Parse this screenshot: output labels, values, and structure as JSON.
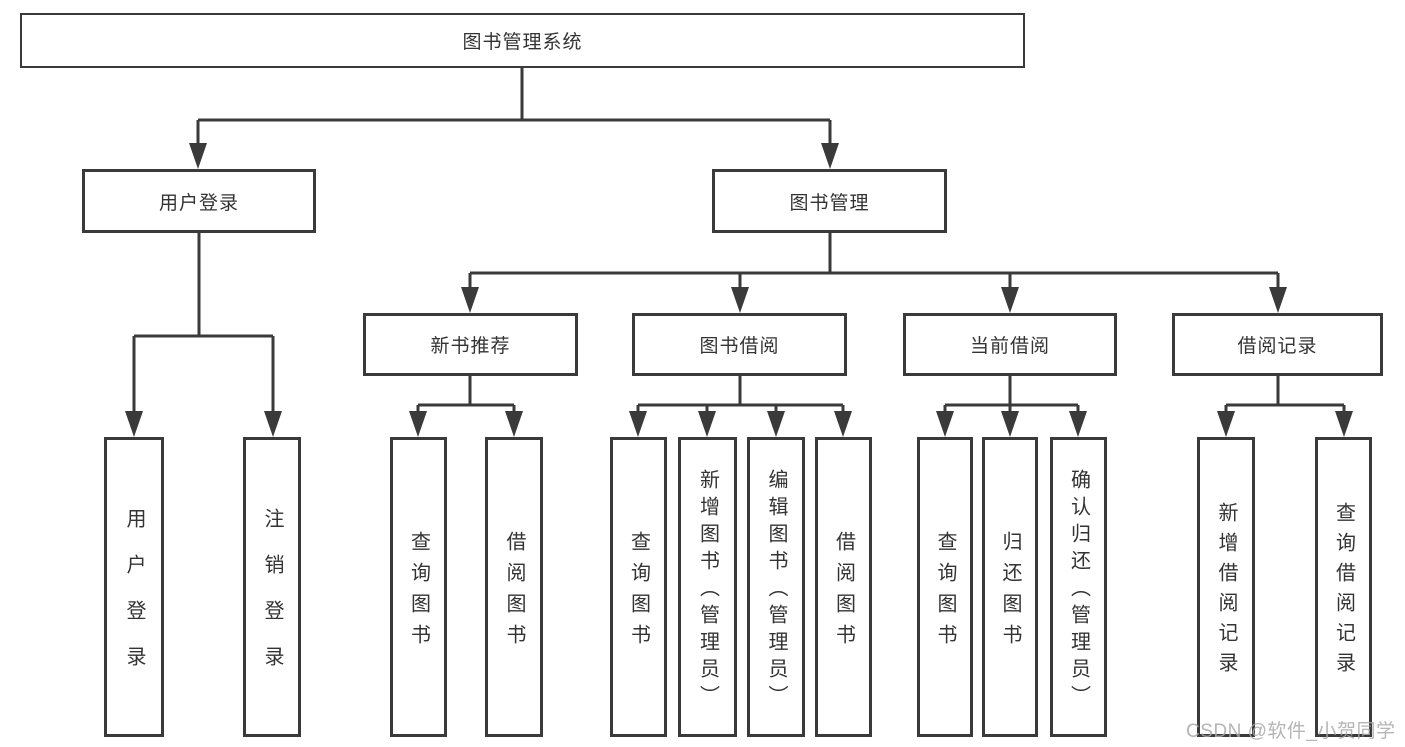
{
  "diagram": {
    "root": "图书管理系统",
    "level2": [
      "用户登录",
      "图书管理"
    ],
    "level3": [
      "新书推荐",
      "图书借阅",
      "当前借阅",
      "借阅记录"
    ],
    "leaves": [
      "用户登录",
      "注销登录",
      "查询图书",
      "借阅图书",
      "查询图书",
      "新增图书（管理员）",
      "编辑图书（管理员）",
      "借阅图书",
      "查询图书",
      "归还图书",
      "确认归还（管理员）",
      "新增借阅记录",
      "查询借阅记录"
    ]
  },
  "watermark": {
    "text": "CSDN @软件_小贺同学"
  },
  "colors": {
    "line": "#3a3a3a",
    "text": "#333333",
    "background": "#ffffff",
    "watermark": "#a8a8a8"
  }
}
